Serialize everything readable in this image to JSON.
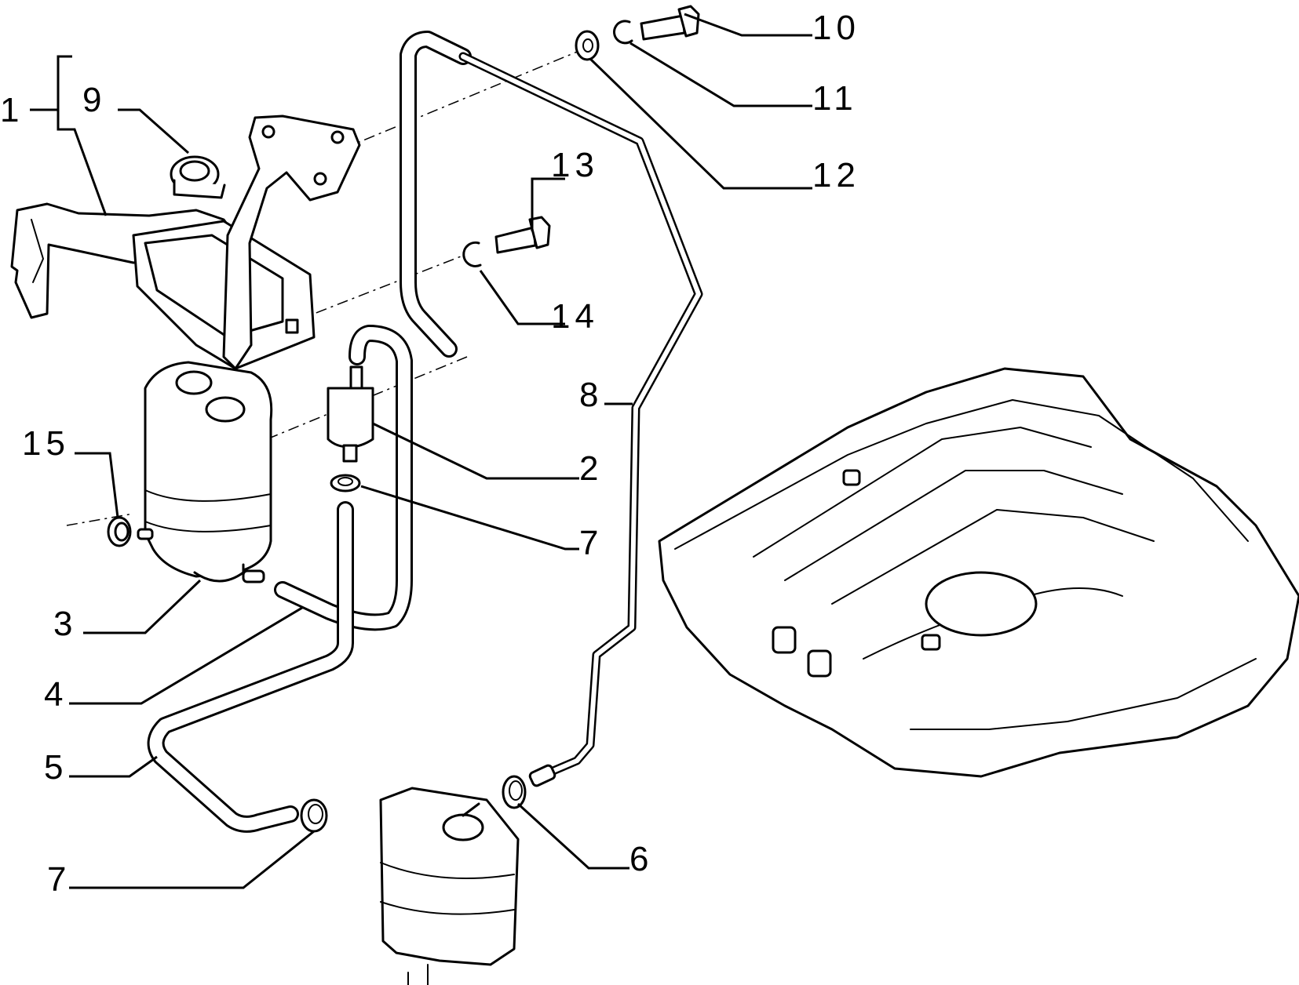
{
  "callouts": [
    {
      "id": "1",
      "label": "1"
    },
    {
      "id": "2",
      "label": "2"
    },
    {
      "id": "3",
      "label": "3"
    },
    {
      "id": "4",
      "label": "4"
    },
    {
      "id": "5",
      "label": "5"
    },
    {
      "id": "6",
      "label": "6"
    },
    {
      "id": "7a",
      "label": "7"
    },
    {
      "id": "7b",
      "label": "7"
    },
    {
      "id": "8",
      "label": "8"
    },
    {
      "id": "9",
      "label": "9"
    },
    {
      "id": "10",
      "label": "10"
    },
    {
      "id": "11",
      "label": "11"
    },
    {
      "id": "12",
      "label": "12"
    },
    {
      "id": "13",
      "label": "13"
    },
    {
      "id": "14",
      "label": "14"
    },
    {
      "id": "15",
      "label": "15"
    }
  ],
  "colors": {
    "line": "#000000",
    "background": "#ffffff"
  }
}
